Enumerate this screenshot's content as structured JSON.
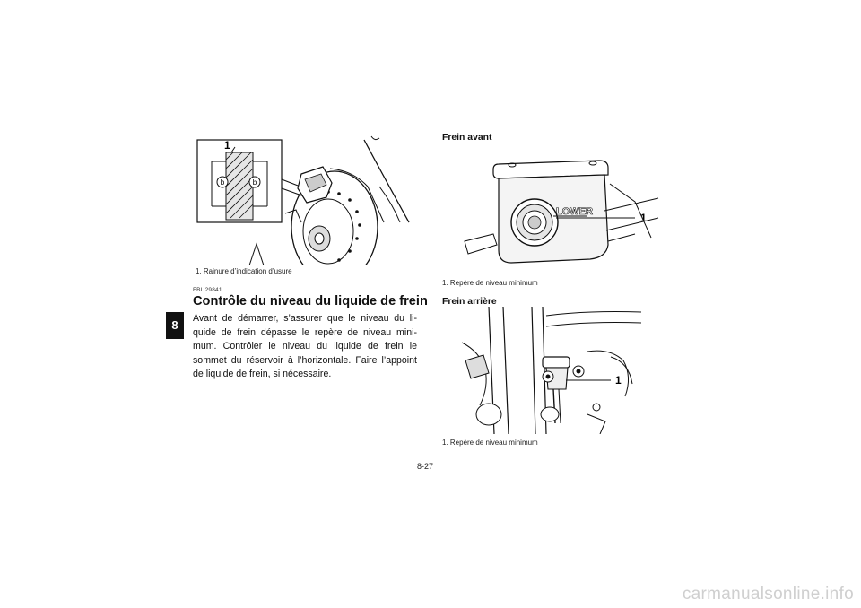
{
  "chapter_tab": "8",
  "figure_left": {
    "callout": "1",
    "caption": "1. Rainure d’indication d’usure",
    "icon": "brake-pad-wear-indicator-illustration"
  },
  "section": {
    "code": "FBU29841",
    "title": "Contrôle du niveau du liquide de frein",
    "body": "Avant de démarrer, s’assurer que le niveau du li-quide de frein dépasse le repère de niveau mini-mum. Contrôler le niveau du liquide de frein le sommet du réservoir à l’horizontale. Faire l’appoint de liquide de frein, si nécessaire."
  },
  "figure_front": {
    "heading": "Frein avant",
    "reservoir_marking": "LOWER",
    "callout": "1",
    "caption": "1. Repère de niveau minimum",
    "icon": "front-brake-reservoir-illustration"
  },
  "figure_rear": {
    "heading": "Frein arrière",
    "callout": "1",
    "caption": "1. Repère de niveau minimum",
    "icon": "rear-brake-reservoir-illustration"
  },
  "page_number": "8-27",
  "watermark": "carmanualsonline.info"
}
